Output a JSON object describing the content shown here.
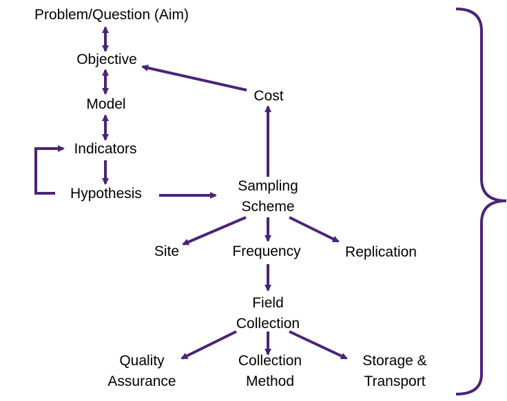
{
  "diagram": {
    "accent_color": "#4a2378",
    "nodes": {
      "problem": [
        "Problem/Question (Aim)"
      ],
      "objective": [
        "Objective"
      ],
      "model": [
        "Model"
      ],
      "indicators": [
        "Indicators"
      ],
      "hypothesis": [
        "Hypothesis"
      ],
      "cost": [
        "Cost"
      ],
      "sampling_scheme": [
        "Sampling",
        "Scheme"
      ],
      "site": [
        "Site"
      ],
      "frequency": [
        "Frequency"
      ],
      "replication": [
        "Replication"
      ],
      "field_collection": [
        "Field",
        "Collection"
      ],
      "quality_assurance": [
        "Quality",
        "Assurance"
      ],
      "collection_method": [
        "Collection",
        "Method"
      ],
      "storage_transport": [
        "Storage &",
        "Transport"
      ]
    }
  }
}
